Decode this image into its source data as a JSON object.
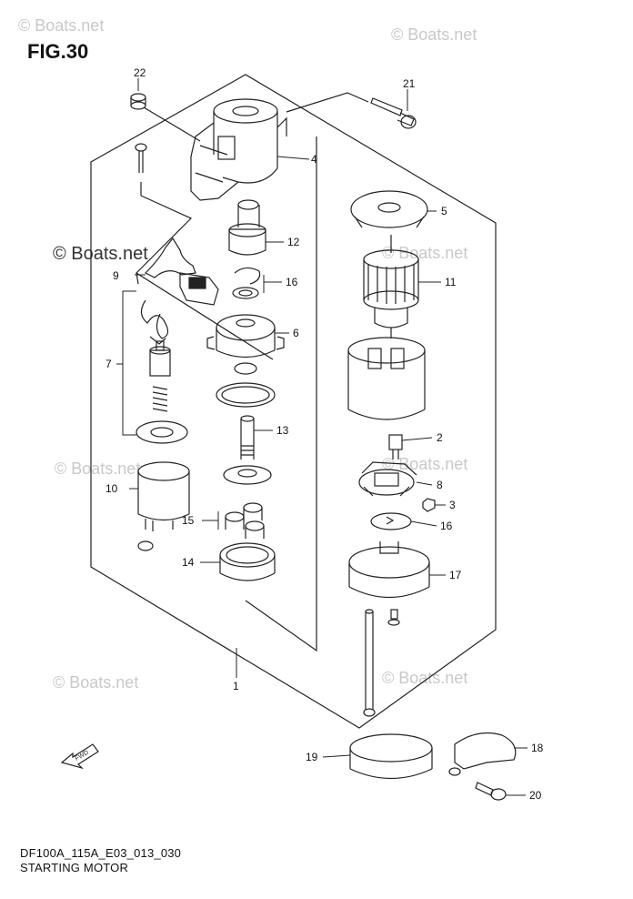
{
  "figure": {
    "title": "FIG.30",
    "code": "DF100A_115A_E03_013_030",
    "name": "STARTING MOTOR"
  },
  "watermarks": [
    "© Boats.net",
    "© Boats.net",
    "© Boats.net",
    "© Boats.net",
    "© Boats.net",
    "© Boats.net",
    "© Boats.net",
    "© Boats.net"
  ],
  "fwd_label": "FWD",
  "callouts": [
    {
      "id": "callout-22",
      "num": "22"
    },
    {
      "id": "callout-21",
      "num": "21"
    },
    {
      "id": "callout-4",
      "num": "4"
    },
    {
      "id": "callout-5",
      "num": "5"
    },
    {
      "id": "callout-12",
      "num": "12"
    },
    {
      "id": "callout-9",
      "num": "9"
    },
    {
      "id": "callout-16a",
      "num": "16"
    },
    {
      "id": "callout-11",
      "num": "11"
    },
    {
      "id": "callout-6",
      "num": "6"
    },
    {
      "id": "callout-7",
      "num": "7"
    },
    {
      "id": "callout-13",
      "num": "13"
    },
    {
      "id": "callout-2",
      "num": "2"
    },
    {
      "id": "callout-8",
      "num": "8"
    },
    {
      "id": "callout-10",
      "num": "10"
    },
    {
      "id": "callout-3",
      "num": "3"
    },
    {
      "id": "callout-15",
      "num": "15"
    },
    {
      "id": "callout-16b",
      "num": "16"
    },
    {
      "id": "callout-14",
      "num": "14"
    },
    {
      "id": "callout-17",
      "num": "17"
    },
    {
      "id": "callout-1",
      "num": "1"
    },
    {
      "id": "callout-18",
      "num": "18"
    },
    {
      "id": "callout-19",
      "num": "19"
    },
    {
      "id": "callout-20",
      "num": "20"
    }
  ]
}
